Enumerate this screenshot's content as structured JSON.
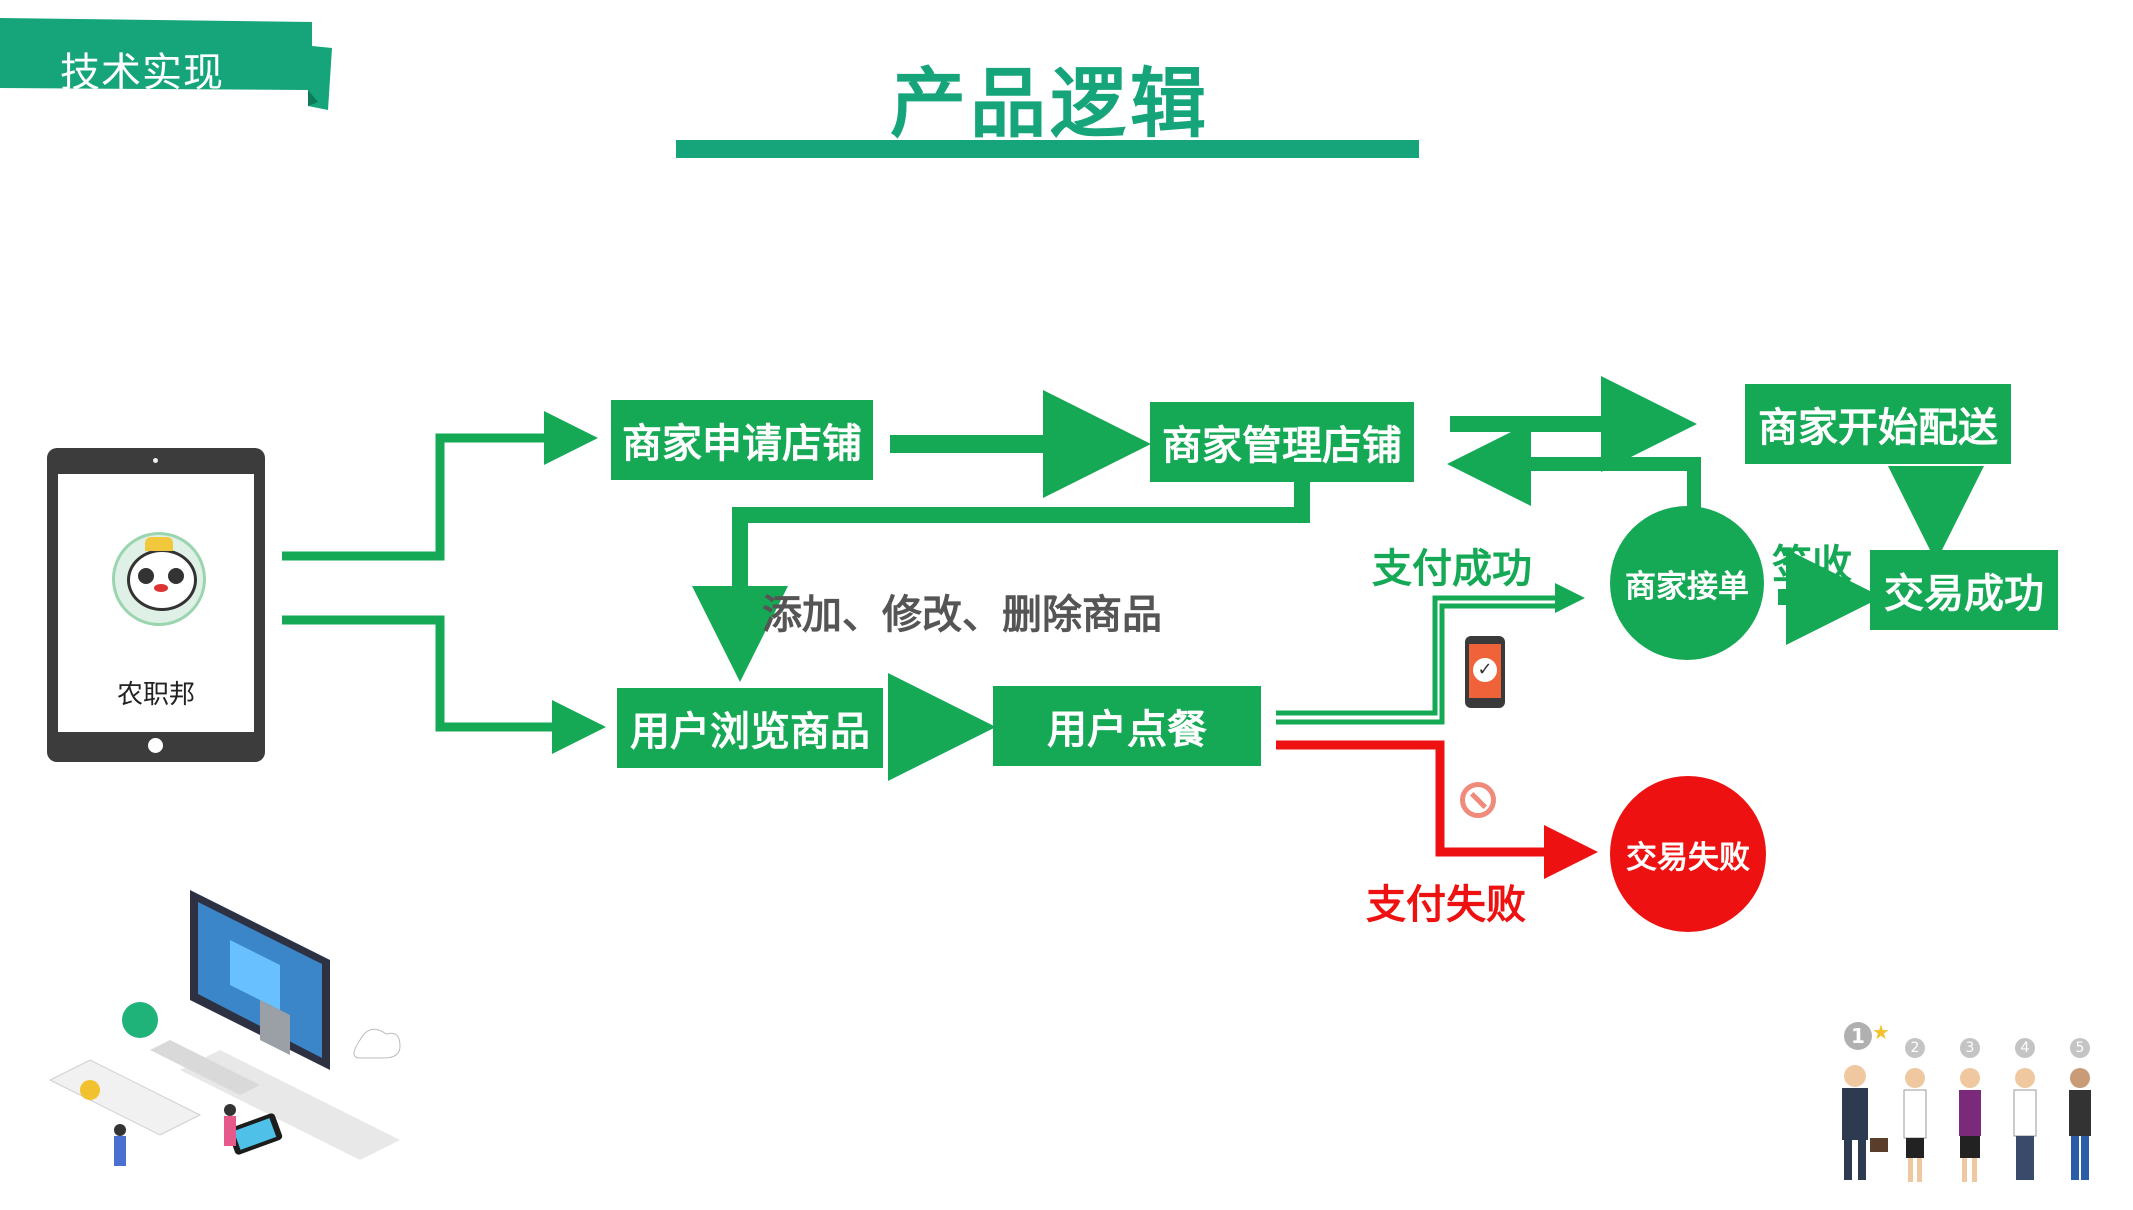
{
  "header": {
    "section_tag": "技术实现",
    "title": "产品逻辑"
  },
  "app": {
    "name": "农职邦"
  },
  "nodes": {
    "merchant_apply": "商家申请店铺",
    "merchant_manage": "商家管理店铺",
    "merchant_delivery": "商家开始配送",
    "merchant_accept": "商家接单",
    "deal_success": "交易成功",
    "user_browse": "用户浏览商品",
    "user_order": "用户点餐",
    "deal_fail": "交易失败"
  },
  "labels": {
    "goods_ops": "添加、修改、删除商品",
    "pay_success": "支付成功",
    "pay_fail": "支付失败",
    "sign": "签收"
  },
  "ranking": [
    "1",
    "2",
    "3",
    "4",
    "5"
  ],
  "colors": {
    "brand_green": "#16a57a",
    "flow_green": "#15a956",
    "fail_red": "#ee1111",
    "tablet_frame": "#3c3c3c"
  }
}
